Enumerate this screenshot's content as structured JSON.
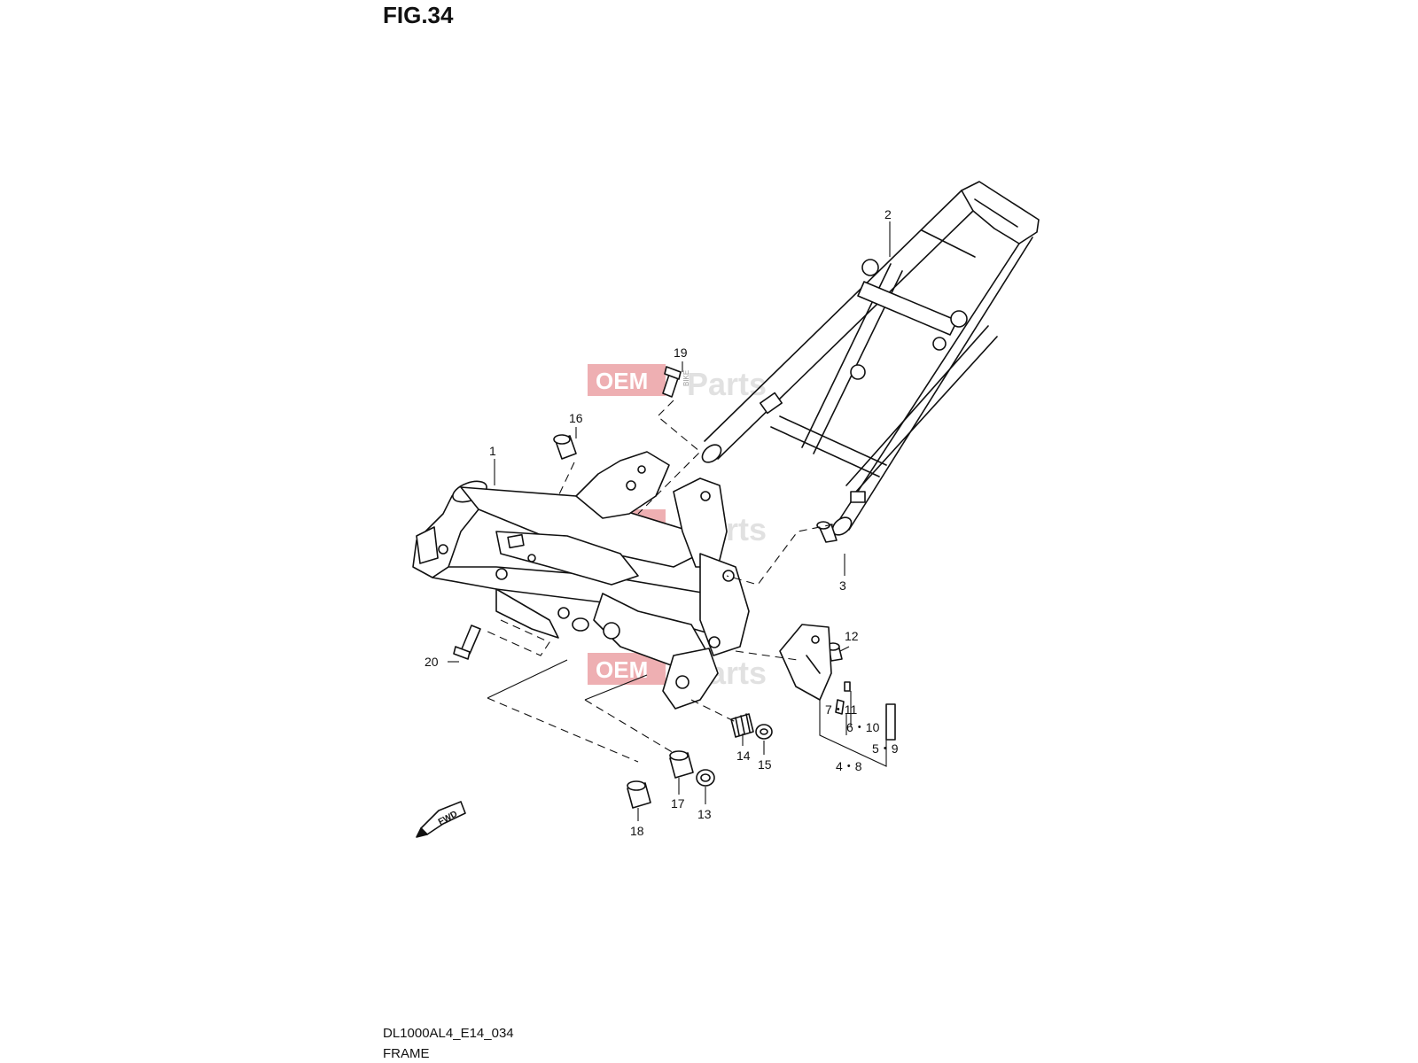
{
  "figure": {
    "title": "FIG.34",
    "model_code": "DL1000AL4_E14_034",
    "section_name": "FRAME"
  },
  "watermark": {
    "box_text": "OEM",
    "side_text": "Parts",
    "tiny_text": "BIKE",
    "box_color": "#e06d73"
  },
  "direction_marker": {
    "label": "FWD",
    "icon": "forward-arrow-icon"
  },
  "callouts": [
    {
      "id": "c1",
      "label": "1"
    },
    {
      "id": "c2",
      "label": "2"
    },
    {
      "id": "c3",
      "label": "3"
    },
    {
      "id": "c4_8",
      "label": "4・8"
    },
    {
      "id": "c5_9",
      "label": "5・9"
    },
    {
      "id": "c6_10",
      "label": "6・10"
    },
    {
      "id": "c7_11",
      "label": "7・11"
    },
    {
      "id": "c12",
      "label": "12"
    },
    {
      "id": "c13",
      "label": "13"
    },
    {
      "id": "c14",
      "label": "14"
    },
    {
      "id": "c15",
      "label": "15"
    },
    {
      "id": "c16",
      "label": "16"
    },
    {
      "id": "c17",
      "label": "17"
    },
    {
      "id": "c18",
      "label": "18"
    },
    {
      "id": "c19",
      "label": "19"
    },
    {
      "id": "c20",
      "label": "20"
    }
  ]
}
